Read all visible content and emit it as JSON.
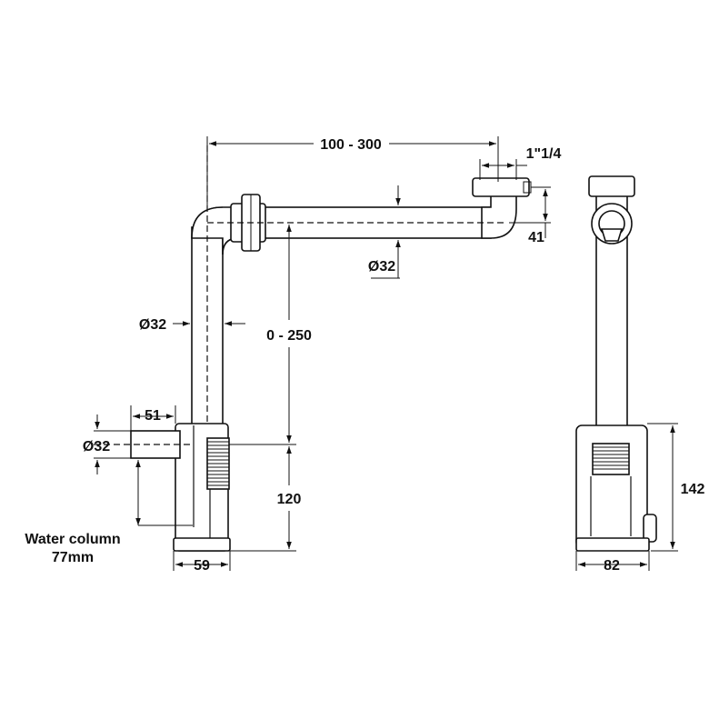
{
  "dimensions": {
    "length_range": "100 - 300",
    "thread_size": "1\"1/4",
    "outlet_height": "41",
    "pipe_diameter_horizontal": "Ø32",
    "pipe_diameter_vertical": "Ø32",
    "inlet_diameter": "Ø32",
    "vertical_range": "0 - 250",
    "inlet_depth": "51",
    "base_height": "120",
    "water_column_line1": "Water column",
    "water_column_line2": "77mm",
    "base_width_front": "59",
    "side_width": "82",
    "side_height": "142"
  },
  "colors": {
    "line": "#111111",
    "background": "#ffffff"
  }
}
